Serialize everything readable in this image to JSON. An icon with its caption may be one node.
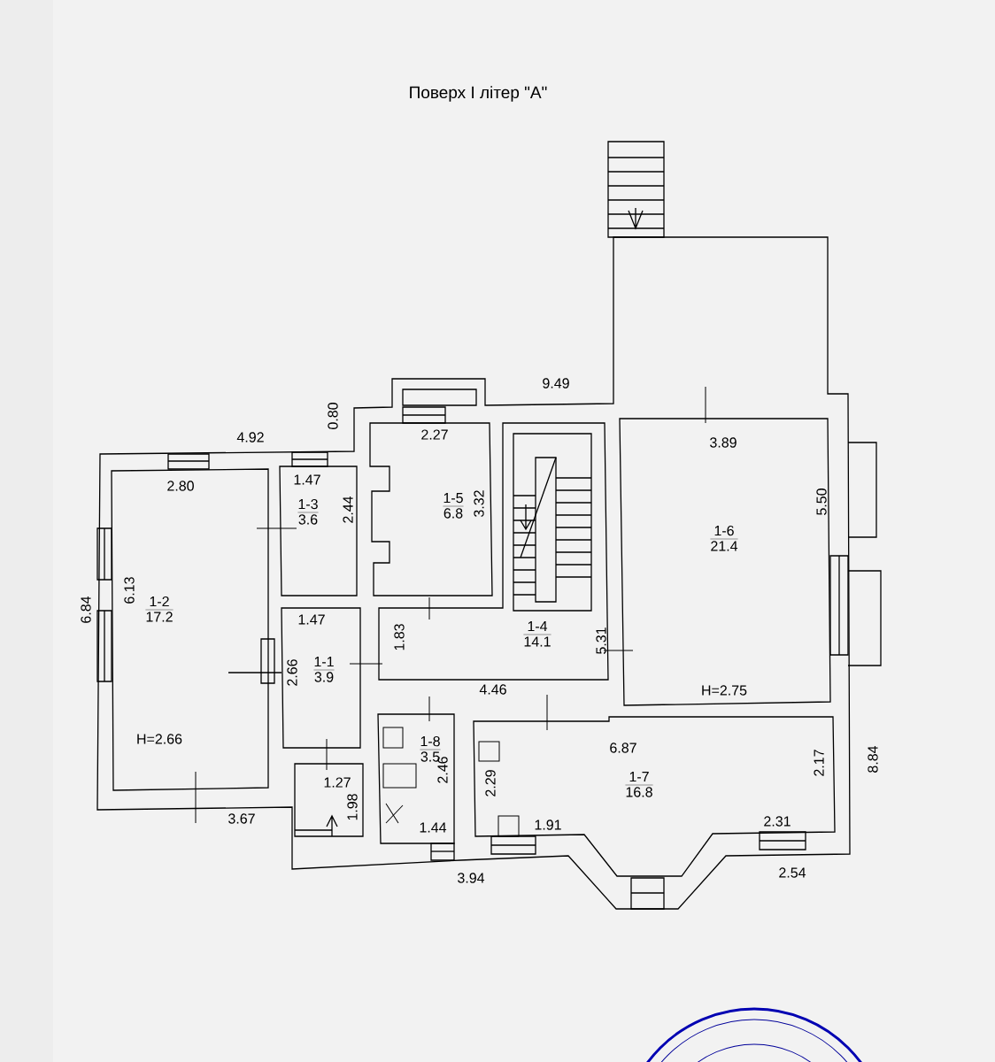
{
  "diagram": {
    "title": "Поверх І літер \"А\"",
    "nodes": [
      {
        "text": [
          "1-2",
          "17.2",
          "H=2.66"
        ]
      },
      {
        "text": [
          "1-3",
          "3.6"
        ]
      },
      {
        "text": [
          "1-5",
          "6.8"
        ]
      },
      {
        "text": [
          "1-4",
          "14.1"
        ]
      },
      {
        "text": [
          "1-6",
          "21.4",
          "H=2.75"
        ]
      },
      {
        "text": [
          "1-1",
          "3.9"
        ]
      },
      {
        "text": [
          "1-8",
          "3.5"
        ]
      },
      {
        "text": [
          "1-7",
          "16.8"
        ]
      }
    ],
    "labels": [
      "9.49",
      "0.80",
      "4.92",
      "2.27",
      "3.89",
      "2.80",
      "1.47",
      "5.50",
      "2.44",
      "3.32",
      "6.13",
      "6.84",
      "1.47",
      "1.83",
      "5.31",
      "2.66",
      "4.46",
      "6.87",
      "8.84",
      "2.17",
      "2.29",
      "2.46",
      "1.27",
      "3.67",
      "1.98",
      "1.44",
      "1.91",
      "2.31",
      "3.94",
      "2.54"
    ]
  }
}
